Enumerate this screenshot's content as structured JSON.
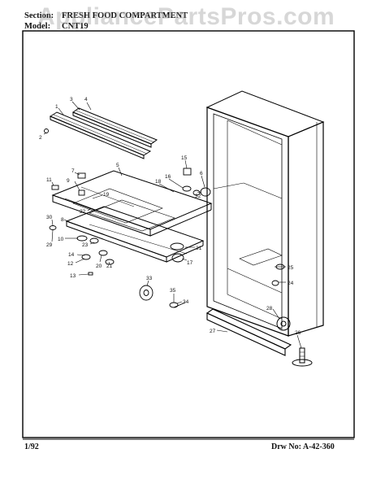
{
  "header": {
    "section_label": "Section:",
    "section_title": "FRESH FOOD COMPARTMENT",
    "model_label": "Model:",
    "model_numbers": "CNT19"
  },
  "watermark": "AppliancePartsPros.com",
  "footer": {
    "date": "1/92",
    "drawing_number": "Drw No: A-42-360"
  },
  "callouts": [
    "1",
    "2",
    "3",
    "4",
    "5",
    "6",
    "7",
    "8",
    "9",
    "10",
    "11",
    "12",
    "13",
    "14",
    "15",
    "16",
    "17",
    "18",
    "19",
    "20",
    "21",
    "22",
    "23",
    "24",
    "25",
    "26",
    "27",
    "28",
    "29",
    "30",
    "31",
    "32",
    "33",
    "34",
    "35"
  ]
}
